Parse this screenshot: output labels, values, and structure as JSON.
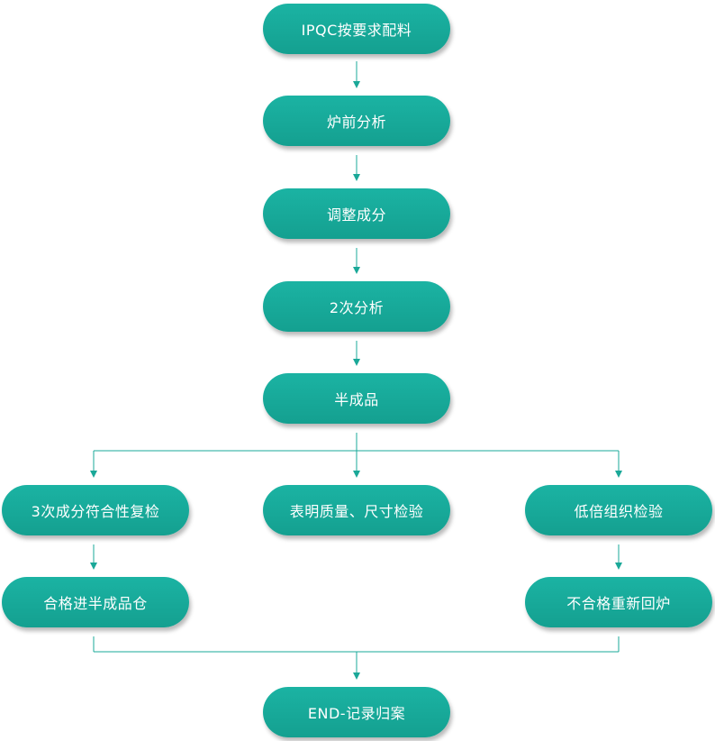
{
  "colors": {
    "node_fill": "#18a898",
    "connector": "#1aa898",
    "text": "#ffffff"
  },
  "nodes": {
    "ipqc": "IPQC按要求配料",
    "pre_furnace": "炉前分析",
    "adjust": "调整成分",
    "second": "2次分析",
    "semi": "半成品",
    "third": "3次成分符合性复检",
    "surface": "表明质量、尺寸检验",
    "micro": "低倍组织检验",
    "pass_store": "合格进半成品仓",
    "fail": "不合格重新回炉",
    "end": "END-记录归案"
  }
}
